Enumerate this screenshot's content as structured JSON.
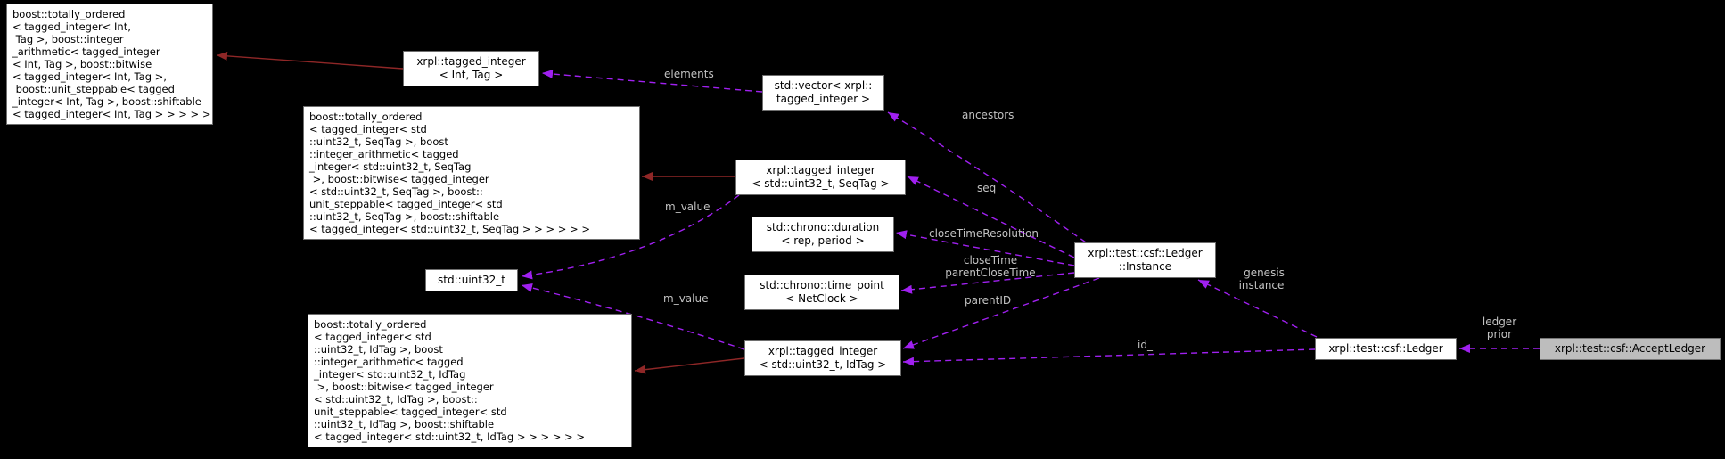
{
  "diagram": {
    "kind": "doxygen-collaboration-graph",
    "colors": {
      "background": "#000000",
      "node_fill": "#ffffff",
      "node_border": "#6e6e6e",
      "highlight_node_fill": "#bdbdbd",
      "usage_edge": "#a020f0",
      "inheritance_edge": "#8f2727",
      "edge_label_text": "#c2c2c2"
    },
    "nodes": [
      {
        "id": "base-int-tag",
        "label": "boost::totally_ordered\n< tagged_integer< Int,\n Tag >, boost::integer\n_arithmetic< tagged_integer\n< Int, Tag >, boost::bitwise\n< tagged_integer< Int, Tag >,\n boost::unit_steppable< tagged\n_integer< Int, Tag >, boost::shiftable\n< tagged_integer< Int, Tag > > > > > >"
      },
      {
        "id": "tagged-integer-int-tag",
        "label": "xrpl::tagged_integer\n< Int, Tag >"
      },
      {
        "id": "vector-tagged-integer",
        "label": "std::vector< xrpl::\ntagged_integer >"
      },
      {
        "id": "base-seqtag",
        "label": "boost::totally_ordered\n< tagged_integer< std\n::uint32_t, SeqTag >, boost\n::integer_arithmetic< tagged\n_integer< std::uint32_t, SeqTag\n >, boost::bitwise< tagged_integer\n< std::uint32_t, SeqTag >, boost::\nunit_steppable< tagged_integer< std\n::uint32_t, SeqTag >, boost::shiftable\n< tagged_integer< std::uint32_t, SeqTag > > > > > >"
      },
      {
        "id": "tagged-integer-seqtag",
        "label": "xrpl::tagged_integer\n< std::uint32_t, SeqTag >"
      },
      {
        "id": "chrono-duration",
        "label": "std::chrono::duration\n< rep, period >"
      },
      {
        "id": "uint32",
        "label": "std::uint32_t"
      },
      {
        "id": "chrono-time-point",
        "label": "std::chrono::time_point\n< NetClock >"
      },
      {
        "id": "base-idtag",
        "label": "boost::totally_ordered\n< tagged_integer< std\n::uint32_t, IdTag >, boost\n::integer_arithmetic< tagged\n_integer< std::uint32_t, IdTag\n >, boost::bitwise< tagged_integer\n< std::uint32_t, IdTag >, boost::\nunit_steppable< tagged_integer< std\n::uint32_t, IdTag >, boost::shiftable\n< tagged_integer< std::uint32_t, IdTag > > > > > >"
      },
      {
        "id": "tagged-integer-idtag",
        "label": "xrpl::tagged_integer\n< std::uint32_t, IdTag >"
      },
      {
        "id": "ledger-instance",
        "label": "xrpl::test::csf::Ledger\n::Instance"
      },
      {
        "id": "ledger",
        "label": "xrpl::test::csf::Ledger"
      },
      {
        "id": "accept-ledger",
        "label": "xrpl::test::csf::AcceptLedger"
      }
    ],
    "edge_labels": {
      "elements": "elements",
      "ancestors": "ancestors",
      "seq": "seq",
      "close_time_resolution": "closeTimeResolution",
      "close_times": "closeTime\nparentCloseTime",
      "parent_id": "parentID",
      "m_value_seq": "m_value",
      "m_value_id": "m_value",
      "id_member": "id_",
      "genesis_instance": "genesis\ninstance_",
      "ledger_prior": "ledger\nprior"
    }
  }
}
